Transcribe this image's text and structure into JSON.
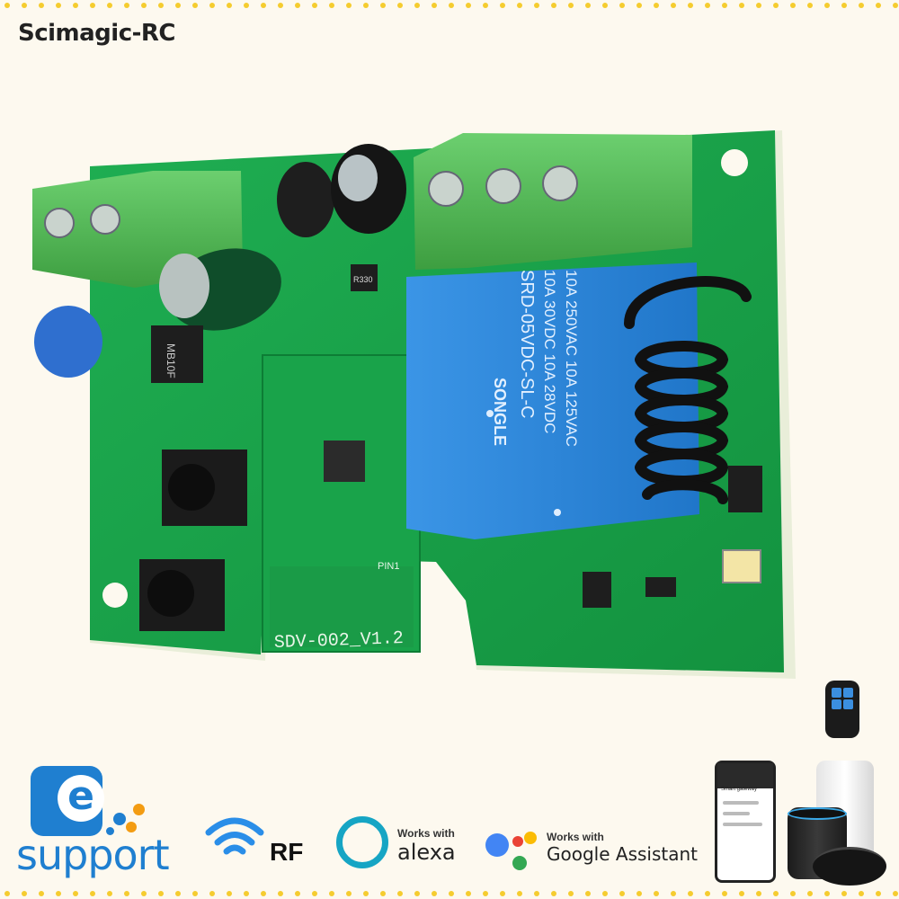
{
  "brand": "Scimagic-RC",
  "colors": {
    "background": "#fdf9ef",
    "dots": "#f5cc2f",
    "pcb": "#16a34a",
    "relay": "#2b86dc",
    "terminal": "#4caf50",
    "esupport_blue": "#1f7fd0",
    "alexa_teal": "#16a5c4"
  },
  "board": {
    "relay_text": [
      "10A 250VAC 10A 125VAC",
      "10A 30VDC 10A 28VDC",
      "SRD-05VDC-SL-C"
    ],
    "relay_brand": "SONGLE",
    "module_text": "SDV-002_V1.2",
    "resistor_text": "R330",
    "bridge_text": "MB10F",
    "pin_text": "PIN1"
  },
  "logos": {
    "esupport": {
      "icon_letter": "e",
      "text": "support"
    },
    "rf": {
      "icon": "wifi-signal-icon",
      "text": "RF"
    },
    "alexa": {
      "works_with": "Works with",
      "name": "alexa"
    },
    "google": {
      "works_with": "Works with",
      "name": "Google Assistant"
    }
  },
  "phone": {
    "title": "Smart gateway"
  }
}
